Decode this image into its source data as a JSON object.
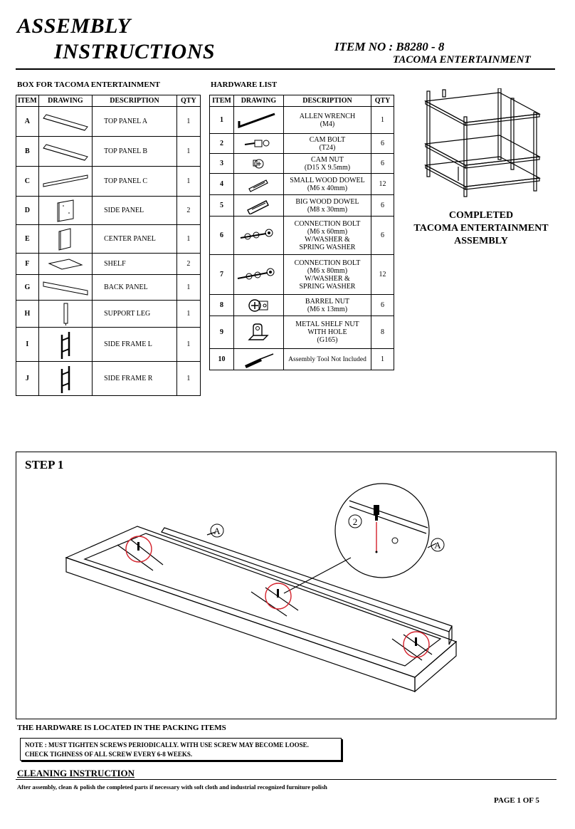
{
  "header": {
    "title_line1": "ASSEMBLY",
    "title_line2": "INSTRUCTIONS",
    "item_no": "ITEM NO : B8280 - 8",
    "product_name": "TACOMA ENTERTAINMENT"
  },
  "box": {
    "title": "BOX FOR TACOMA ENTERTAINMENT",
    "columns": [
      "ITEM",
      "DRAWING",
      "DESCRIPTION",
      "QTY"
    ],
    "rows": [
      {
        "item": "A",
        "description": "TOP PANEL A",
        "qty": "1",
        "drawing_icon": "long-panel-icon"
      },
      {
        "item": "B",
        "description": "TOP PANEL B",
        "qty": "1",
        "drawing_icon": "long-panel-icon"
      },
      {
        "item": "C",
        "description": "TOP PANEL C",
        "qty": "1",
        "drawing_icon": "long-panel-icon"
      },
      {
        "item": "D",
        "description": "SIDE PANEL",
        "qty": "2",
        "drawing_icon": "side-panel-icon"
      },
      {
        "item": "E",
        "description": "CENTER PANEL",
        "qty": "1",
        "drawing_icon": "center-panel-icon"
      },
      {
        "item": "F",
        "description": "SHELF",
        "qty": "2",
        "drawing_icon": "shelf-icon"
      },
      {
        "item": "G",
        "description": "BACK PANEL",
        "qty": "1",
        "drawing_icon": "back-panel-icon"
      },
      {
        "item": "H",
        "description": "SUPPORT LEG",
        "qty": "1",
        "drawing_icon": "support-leg-icon"
      },
      {
        "item": "I",
        "description": "SIDE FRAME L",
        "qty": "1",
        "drawing_icon": "side-frame-icon"
      },
      {
        "item": "J",
        "description": "SIDE FRAME R",
        "qty": "1",
        "drawing_icon": "side-frame-icon"
      }
    ]
  },
  "hardware": {
    "title": "HARDWARE LIST",
    "columns": [
      "ITEM",
      "DRAWING",
      "DESCRIPTION",
      "QTY"
    ],
    "rows": [
      {
        "item": "1",
        "description_lines": [
          "ALLEN WRENCH",
          "(M4)"
        ],
        "qty": "1",
        "drawing_icon": "allen-wrench-icon"
      },
      {
        "item": "2",
        "description_lines": [
          "CAM BOLT",
          "(T24)"
        ],
        "qty": "6",
        "drawing_icon": "cam-bolt-icon"
      },
      {
        "item": "3",
        "description_lines": [
          "CAM NUT",
          "(D15 X 9.5mm)"
        ],
        "qty": "6",
        "drawing_icon": "cam-nut-icon"
      },
      {
        "item": "4",
        "description_lines": [
          "SMALL WOOD DOWEL",
          "(M6 x 40mm)"
        ],
        "qty": "12",
        "drawing_icon": "small-dowel-icon"
      },
      {
        "item": "5",
        "description_lines": [
          "BIG WOOD DOWEL",
          "(M8 x 30mm)"
        ],
        "qty": "6",
        "drawing_icon": "big-dowel-icon"
      },
      {
        "item": "6",
        "description_lines": [
          "CONNECTION BOLT",
          "(M6 x 60mm)",
          "W/WASHER &",
          "SPRING WASHER"
        ],
        "qty": "6",
        "drawing_icon": "connection-bolt-icon"
      },
      {
        "item": "7",
        "description_lines": [
          "CONNECTION BOLT",
          "(M6 x 80mm)",
          "W/WASHER &",
          "SPRING WASHER"
        ],
        "qty": "12",
        "drawing_icon": "connection-bolt-long-icon"
      },
      {
        "item": "8",
        "description_lines": [
          "BARREL NUT",
          "(M6 x 13mm)"
        ],
        "qty": "6",
        "drawing_icon": "barrel-nut-icon"
      },
      {
        "item": "9",
        "description_lines": [
          "METAL SHELF NUT",
          "WITH HOLE",
          "(G165)"
        ],
        "qty": "8",
        "drawing_icon": "shelf-nut-icon"
      },
      {
        "item": "10",
        "description_lines": [
          "Assembly Tool Not Included"
        ],
        "qty": "1",
        "drawing_icon": "screwdriver-icon"
      }
    ]
  },
  "completed": {
    "line1": "COMPLETED",
    "line2": "TACOMA ENTERTAINMENT",
    "line3": "ASSEMBLY"
  },
  "step1": {
    "title": "STEP 1",
    "label_part": "A",
    "label_hardware": "2"
  },
  "footer": {
    "hardware_location": "THE HARDWARE IS LOCATED IN THE PACKING ITEMS",
    "note_line1": "NOTE : MUST TIGHTEN SCREWS PERIODICALLY. WITH USE SCREW MAY BECOME LOOSE.",
    "note_line2": "CHECK TIGHNESS OF ALL SCREW EVERY 6-8 WEEKS.",
    "cleaning_title": "CLEANING INSTRUCTION",
    "cleaning_text": "After assembly, clean & polish the completed parts if necessary with soft cloth and industrial recognized furniture polish",
    "page": "PAGE 1 OF 5"
  },
  "colors": {
    "ink": "#000000",
    "highlight_red": "#d4202a"
  }
}
